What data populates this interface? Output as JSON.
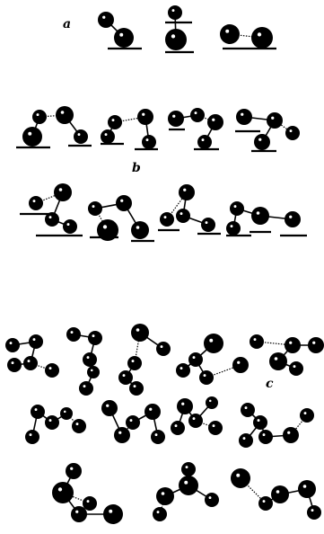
{
  "figure": {
    "panel_labels": {
      "a": "a",
      "b": "b",
      "c": "c"
    },
    "ink_color": "#000000",
    "background_color": "#ffffff"
  }
}
